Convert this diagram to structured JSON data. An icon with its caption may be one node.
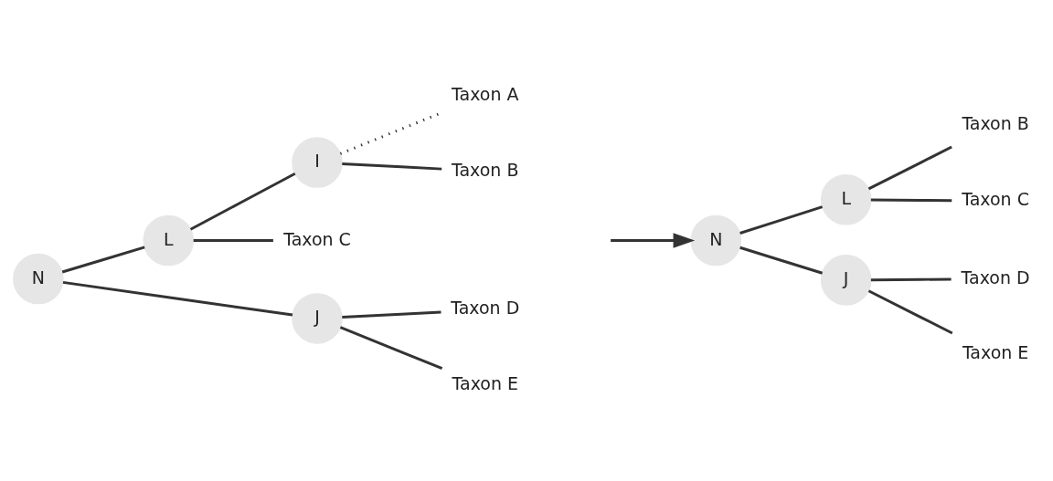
{
  "diagram": {
    "nodes": [
      {
        "text": [
          "N"
        ]
      },
      {
        "text": [
          "L"
        ]
      },
      {
        "text": [
          "I"
        ]
      },
      {
        "text": [
          "Taxon A"
        ]
      },
      {
        "text": [
          "Taxon B"
        ]
      },
      {
        "text": [
          "Taxon C"
        ]
      },
      {
        "text": [
          "J"
        ]
      },
      {
        "text": [
          "Taxon D"
        ]
      },
      {
        "text": [
          "Taxon E"
        ]
      },
      {
        "text": [
          "N"
        ]
      },
      {
        "text": [
          "L"
        ]
      },
      {
        "text": [
          "Taxon B"
        ]
      },
      {
        "text": [
          "Taxon C"
        ]
      },
      {
        "text": [
          "J"
        ]
      },
      {
        "text": [
          "Taxon D"
        ]
      },
      {
        "text": [
          "Taxon E"
        ]
      }
    ],
    "edges": [
      {
        "from": 0,
        "to": 1,
        "arrow": "none"
      },
      {
        "from": 1,
        "to": 2,
        "arrow": "none"
      },
      {
        "from": 2,
        "to": 3,
        "arrow": "none",
        "style": "dashed"
      },
      {
        "from": 2,
        "to": 4,
        "arrow": "none"
      },
      {
        "from": 1,
        "to": 5,
        "arrow": "none"
      },
      {
        "from": 0,
        "to": 6,
        "arrow": "none"
      },
      {
        "from": 6,
        "to": 7,
        "arrow": "none"
      },
      {
        "from": 6,
        "to": 8,
        "arrow": "none"
      },
      {
        "from": null,
        "to": 9,
        "arrow": "to"
      },
      {
        "from": 9,
        "to": 10,
        "arrow": "none"
      },
      {
        "from": 10,
        "to": 11,
        "arrow": "none"
      },
      {
        "from": 10,
        "to": 12,
        "arrow": "none"
      },
      {
        "from": 9,
        "to": 13,
        "arrow": "none"
      },
      {
        "from": 13,
        "to": 14,
        "arrow": "none"
      },
      {
        "from": 13,
        "to": 15,
        "arrow": "none"
      }
    ]
  }
}
